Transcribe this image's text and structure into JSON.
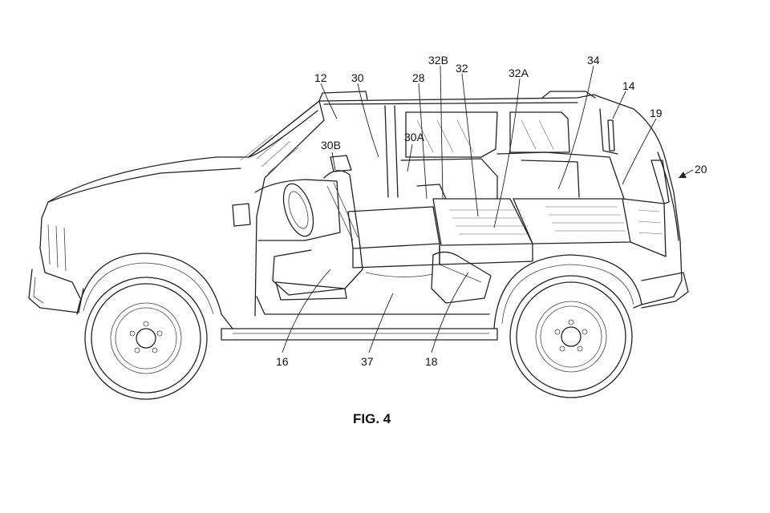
{
  "figure": {
    "caption": "FIG. 4",
    "labels": {
      "l12": "12",
      "l30": "30",
      "l28": "28",
      "l32B": "32B",
      "l32": "32",
      "l32A": "32A",
      "l34": "34",
      "l14": "14",
      "l19": "19",
      "l20": "20",
      "l30B": "30B",
      "l30A": "30A",
      "l16": "16",
      "l37": "37",
      "l18": "18"
    }
  }
}
